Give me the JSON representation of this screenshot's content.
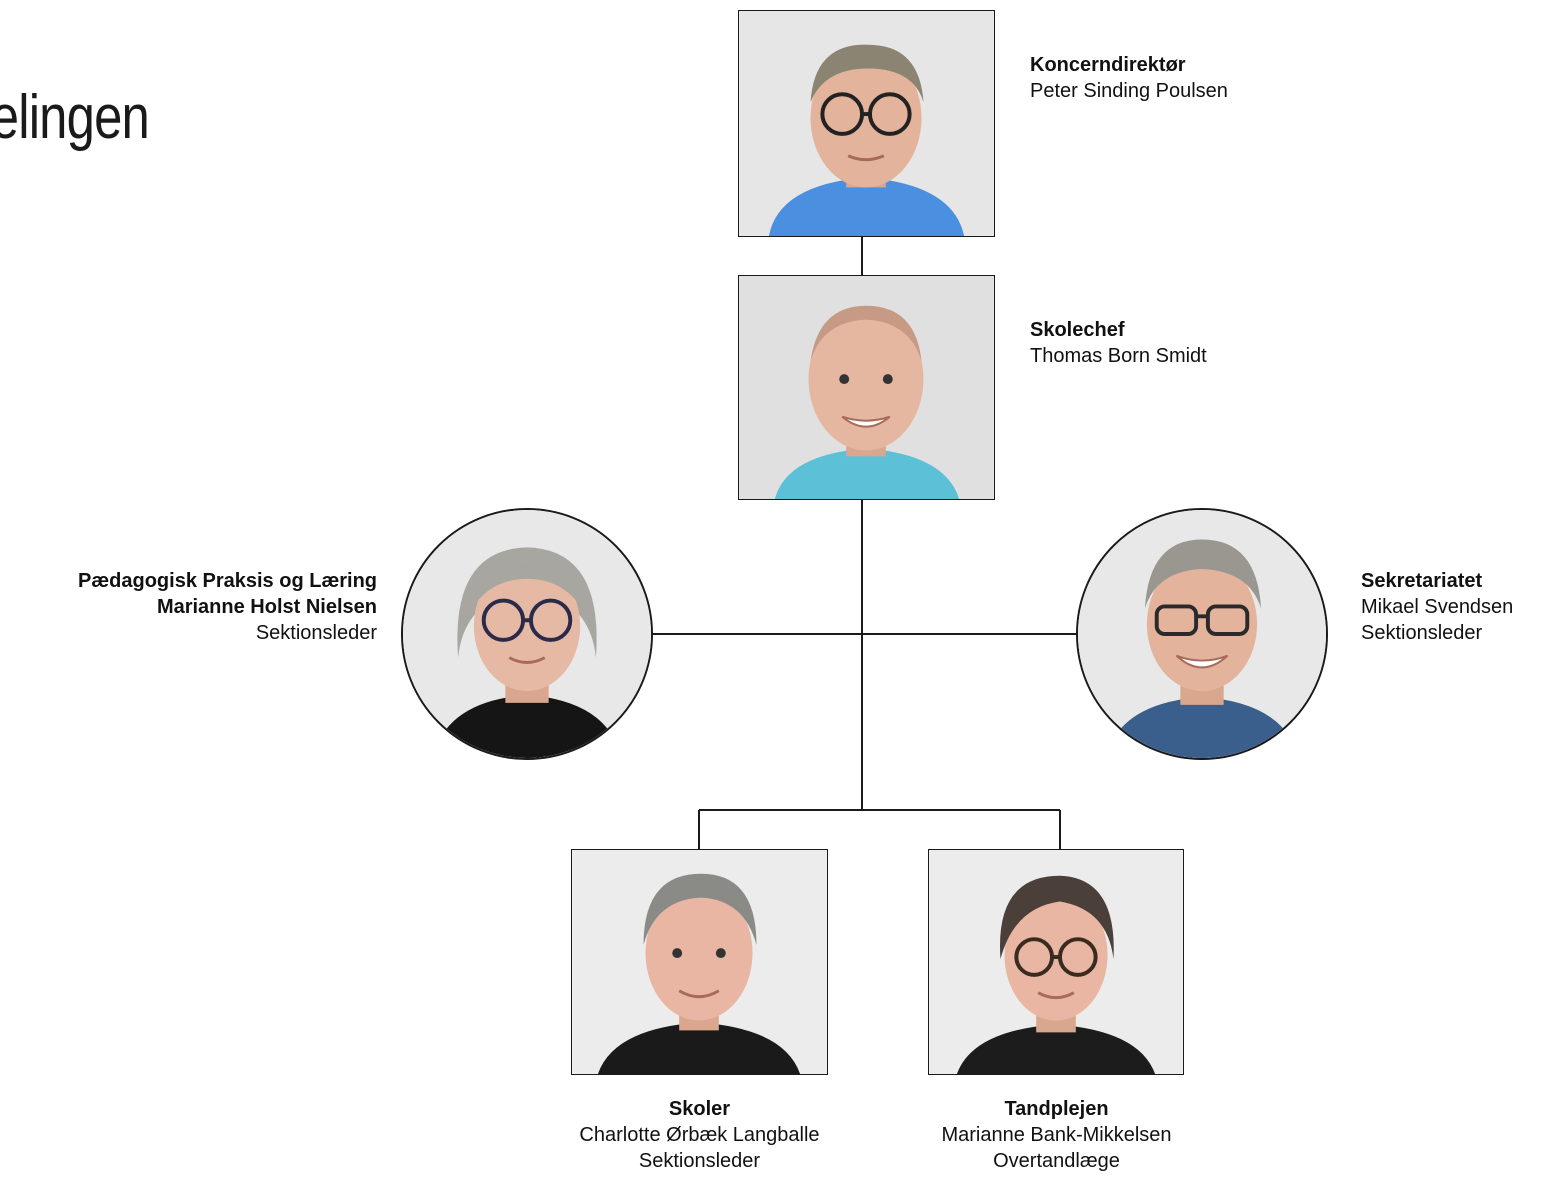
{
  "page": {
    "title": "fdelingen"
  },
  "people": {
    "ceo": {
      "role": "Koncerndirektør",
      "name": "Peter Sinding Poulsen",
      "shirt_color": "#4a8fe0"
    },
    "school_chief": {
      "role": "Skolechef",
      "name": "Thomas Born Smidt",
      "shirt_color": "#5cc0d6"
    },
    "pedagogy": {
      "role": "Pædagogisk Praksis og Læring",
      "name": "Marianne Holst Nielsen",
      "title": "Sektionsleder",
      "shirt_color": "#151515"
    },
    "secretariat": {
      "role": "Sekretariatet",
      "name": "Mikael Svendsen",
      "title": "Sektionsleder",
      "shirt_color": "#3b5f8c"
    },
    "schools": {
      "role": "Skoler",
      "name": "Charlotte Ørbæk Langballe",
      "title": "Sektionsleder",
      "shirt_color": "#1a1a1a"
    },
    "dental": {
      "role": "Tandplejen",
      "name": "Marianne Bank-Mikkelsen",
      "title": "Overtandlæge",
      "shirt_color": "#1c1c1c"
    }
  },
  "colors": {
    "line": "#1a1a1a",
    "photo_background": "#e4e4e4",
    "skin": "#e3b39c",
    "hair_grey": "#8a8a86",
    "hair_dark": "#4a4039"
  }
}
